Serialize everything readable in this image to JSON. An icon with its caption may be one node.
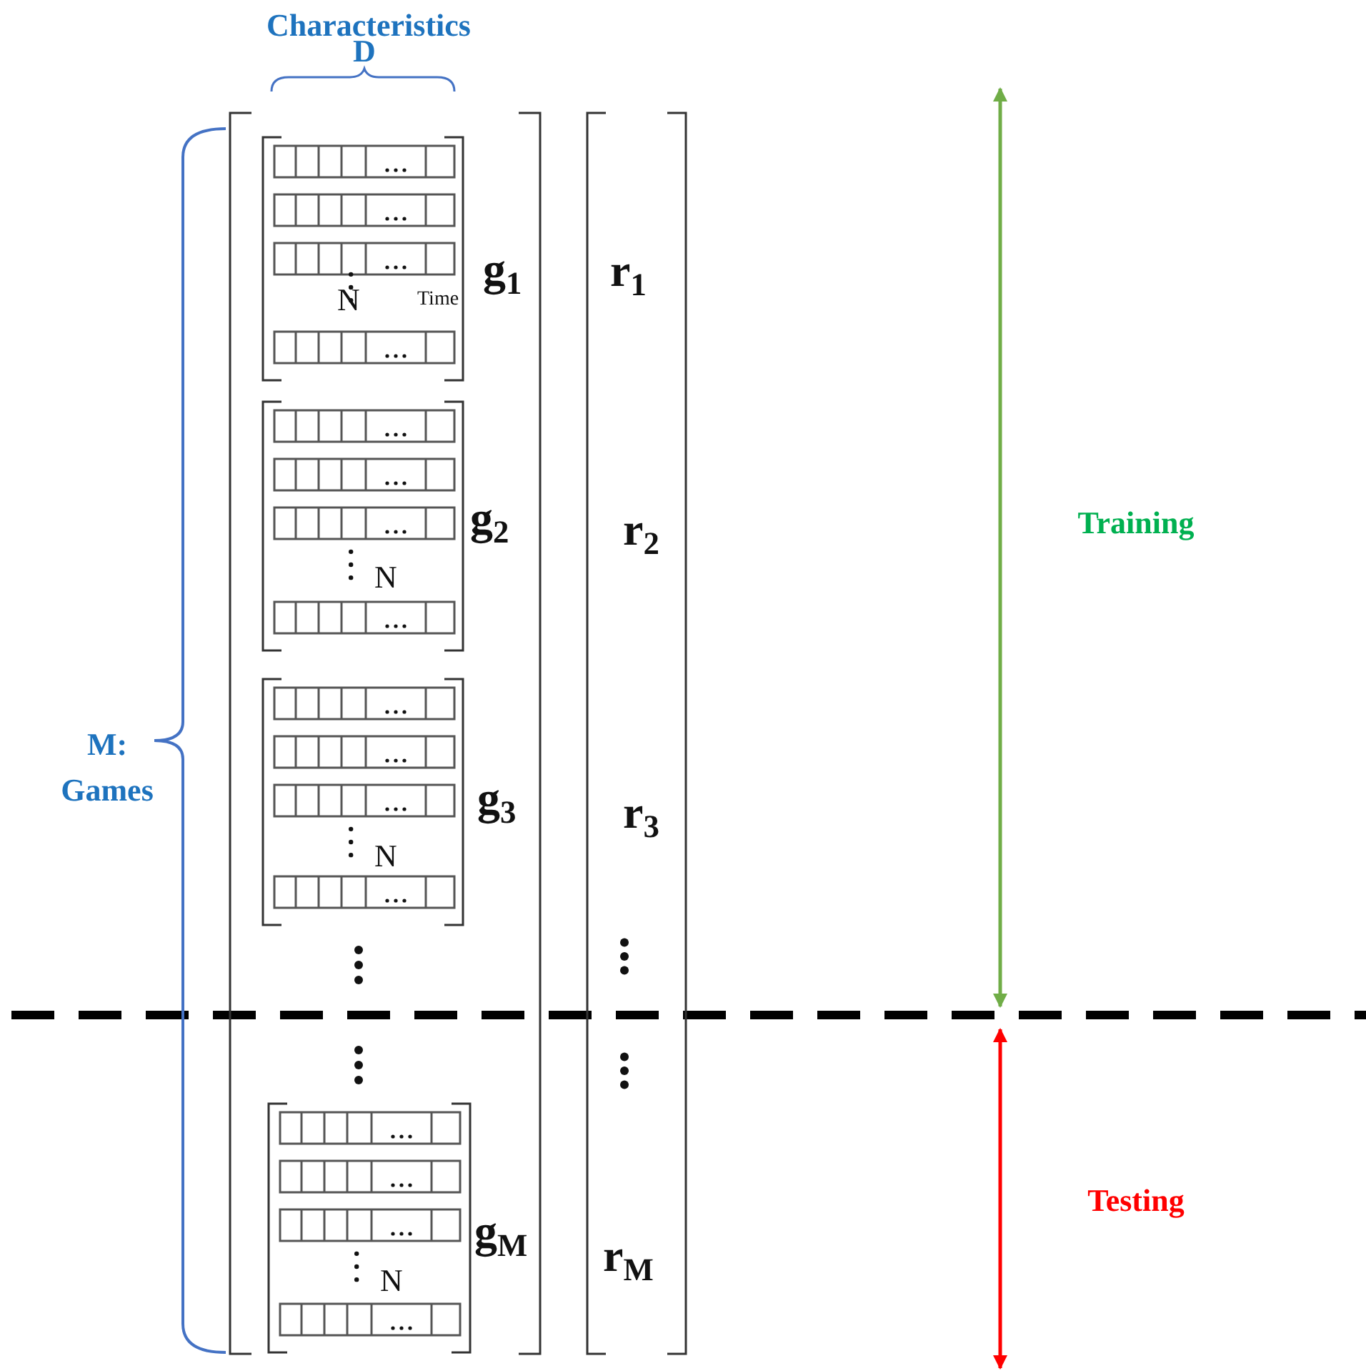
{
  "diagram": {
    "nodes": [
      {
        "text": [],
        "shape": "bracket"
      },
      {
        "text": [
          "N",
          "Time"
        ],
        "in": 0,
        "beside": [
          "g$_{1}$"
        ]
      },
      {
        "text": [
          "N"
        ],
        "in": 0,
        "beside": [
          "g$_{2}$"
        ]
      },
      {
        "text": [
          "N"
        ],
        "in": 0,
        "beside": [
          "g$_{3}$"
        ]
      },
      {
        "text": [
          "N"
        ],
        "in": 0,
        "beside": [
          "g$_{M}$"
        ]
      },
      {
        "text": [
          "r$_{1}$",
          "r$_{2}$",
          "r$_{3}$",
          "r$_{M}$"
        ]
      }
    ],
    "labels": [
      "Characteristics",
      "D",
      "M: Games",
      "Training",
      "Testing"
    ]
  }
}
